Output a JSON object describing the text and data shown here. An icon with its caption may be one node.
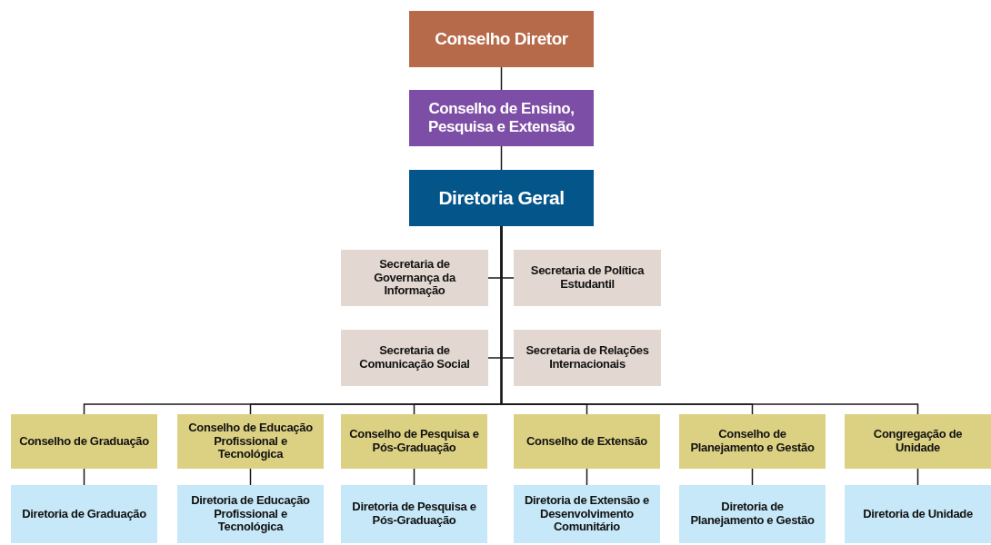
{
  "diagram": {
    "nodes": [
      {
        "text": [
          "Conselho Diretor"
        ]
      },
      {
        "text": [
          "Conselho de Ensino, Pesquisa e Extensão"
        ]
      },
      {
        "text": [
          "Diretoria Geral"
        ]
      },
      {
        "text": [
          "Secretaria de Governança da Informação"
        ]
      },
      {
        "text": [
          "Secretaria de Política Estudantil"
        ]
      },
      {
        "text": [
          "Secretaria de Comunicação Social"
        ]
      },
      {
        "text": [
          "Secretaria de Relações Internacionais"
        ]
      },
      {
        "text": [
          "Conselho de Graduação"
        ]
      },
      {
        "text": [
          "Conselho de Educação Profissional e Tecnológica"
        ]
      },
      {
        "text": [
          "Conselho de Pesquisa e Pós-Graduação"
        ]
      },
      {
        "text": [
          "Conselho de Extensão"
        ]
      },
      {
        "text": [
          "Conselho de Planejamento e Gestão"
        ]
      },
      {
        "text": [
          "Congregação de Unidade"
        ]
      },
      {
        "text": [
          "Diretoria de Graduação"
        ]
      },
      {
        "text": [
          "Diretoria de Educação Profissional e Tecnológica"
        ]
      },
      {
        "text": [
          "Diretoria de Pesquisa e Pós-Graduação"
        ]
      },
      {
        "text": [
          "Diretoria de Extensão e Desenvolvimento Comunitário"
        ]
      },
      {
        "text": [
          "Diretoria de Planejamento e Gestão"
        ]
      },
      {
        "text": [
          "Diretoria de Unidade"
        ]
      }
    ],
    "edges": [
      {
        "from": 0,
        "to": 1,
        "arrow": "none"
      },
      {
        "from": 1,
        "to": 2,
        "arrow": "none"
      },
      {
        "from": 2,
        "to": 3,
        "arrow": "none"
      },
      {
        "from": 2,
        "to": 4,
        "arrow": "none"
      },
      {
        "from": 2,
        "to": 5,
        "arrow": "none"
      },
      {
        "from": 2,
        "to": 6,
        "arrow": "none"
      },
      {
        "from": 2,
        "to": 7,
        "arrow": "none"
      },
      {
        "from": 2,
        "to": 8,
        "arrow": "none"
      },
      {
        "from": 2,
        "to": 9,
        "arrow": "none"
      },
      {
        "from": 2,
        "to": 10,
        "arrow": "none"
      },
      {
        "from": 2,
        "to": 11,
        "arrow": "none"
      },
      {
        "from": 2,
        "to": 12,
        "arrow": "none"
      },
      {
        "from": 7,
        "to": 13,
        "arrow": "none"
      },
      {
        "from": 8,
        "to": 14,
        "arrow": "none"
      },
      {
        "from": 9,
        "to": 15,
        "arrow": "none"
      },
      {
        "from": 10,
        "to": 16,
        "arrow": "none"
      },
      {
        "from": 11,
        "to": 17,
        "arrow": "none"
      },
      {
        "from": 12,
        "to": 18,
        "arrow": "none"
      }
    ]
  }
}
